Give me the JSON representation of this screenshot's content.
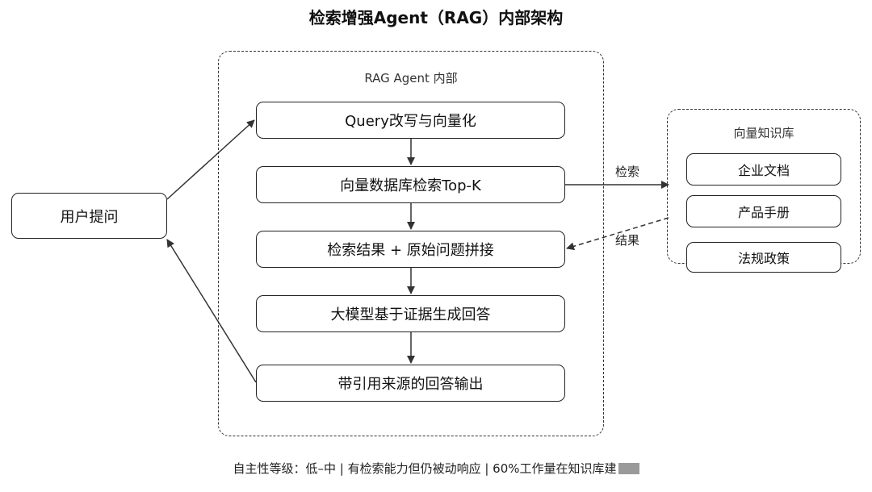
{
  "title": "检索增强Agent（RAG）内部架构",
  "agent_group": {
    "label": "RAG Agent 内部",
    "steps": [
      "Query改写与向量化",
      "向量数据库检索Top-K",
      "检索结果 + 原始问题拼接",
      "大模型基于证据生成回答",
      "带引用来源的回答输出"
    ]
  },
  "user_node": "用户提问",
  "knowledge_base": {
    "label": "向量知识库",
    "items": [
      "企业文档",
      "产品手册",
      "法规政策"
    ]
  },
  "edge_labels": {
    "retrieve": "检索",
    "result": "结果"
  },
  "footer": "自主性等级：低–中 | 有检索能力但仍被动响应 | 60%工作量在知识库建"
}
